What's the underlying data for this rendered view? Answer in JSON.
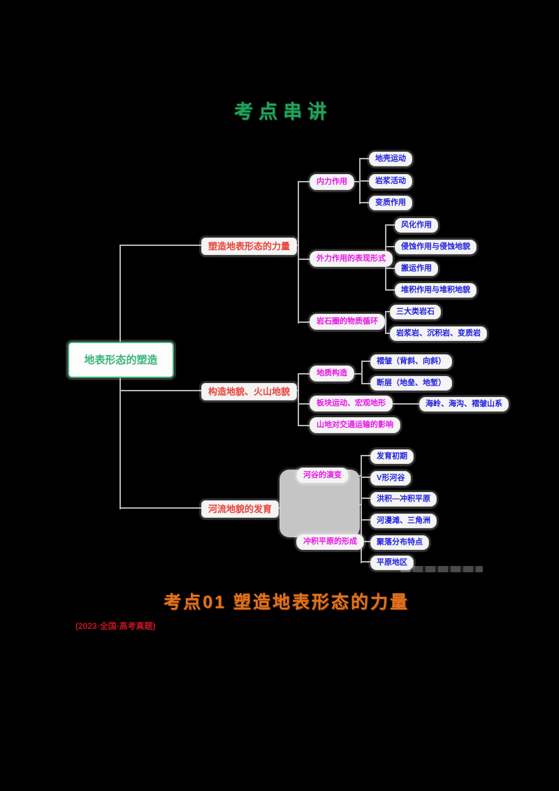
{
  "page": {
    "background": "#000000"
  },
  "title": {
    "text": "考点串讲",
    "color": "#22a35b"
  },
  "mindmap": {
    "root": {
      "label": "地表形态的塑造",
      "color": "#3cb479"
    },
    "node_colors": {
      "level1": "#e8433c",
      "level2": "#e816e8",
      "level3": "#1f1fe0"
    },
    "connector_color": "#b6b6b6",
    "branches": [
      {
        "label": "塑造地表形态的力量",
        "children": [
          {
            "label": "内力作用",
            "children": [
              {
                "label": "地壳运动"
              },
              {
                "label": "岩浆活动"
              },
              {
                "label": "变质作用"
              }
            ]
          },
          {
            "label": "外力作用的表现形式",
            "children": [
              {
                "label": "风化作用"
              },
              {
                "label": "侵蚀作用与侵蚀地貌"
              },
              {
                "label": "搬运作用"
              },
              {
                "label": "堆积作用与堆积地貌"
              }
            ]
          },
          {
            "label": "岩石圈的物质循环",
            "children": [
              {
                "label": "三大类岩石"
              },
              {
                "label": "岩浆岩、沉积岩、变质岩"
              }
            ]
          }
        ]
      },
      {
        "label": "构造地貌、火山地貌",
        "children": [
          {
            "label": "地质构造",
            "children": [
              {
                "label": "褶皱（背斜、向斜）"
              },
              {
                "label": "断层（地垒、地堑）"
              }
            ]
          },
          {
            "label": "板块运动、宏观地形",
            "children": [
              {
                "label": "海岭、海沟、褶皱山系"
              }
            ]
          },
          {
            "label": "山地对交通运输的影响",
            "children": []
          }
        ]
      },
      {
        "label": "河流地貌的发育",
        "children": [
          {
            "label": "河谷的演变",
            "children": [
              {
                "label": "发育初期"
              },
              {
                "label": "V形河谷"
              }
            ]
          },
          {
            "type": "image-placeholder",
            "label": "",
            "children": [
              {
                "label": "洪积—冲积平原"
              },
              {
                "label": "河漫滩、三角洲"
              }
            ]
          },
          {
            "label": "冲积平原的形成",
            "children": [
              {
                "label": "聚落分布特点"
              },
              {
                "label": "平原地区"
              }
            ]
          }
        ]
      }
    ]
  },
  "section": {
    "heading": "考点01 塑造地表形态的力量",
    "heading_color": "#e2711d",
    "source_tag": "(2023·全国·高考真题)",
    "source_color": "#c21420"
  }
}
